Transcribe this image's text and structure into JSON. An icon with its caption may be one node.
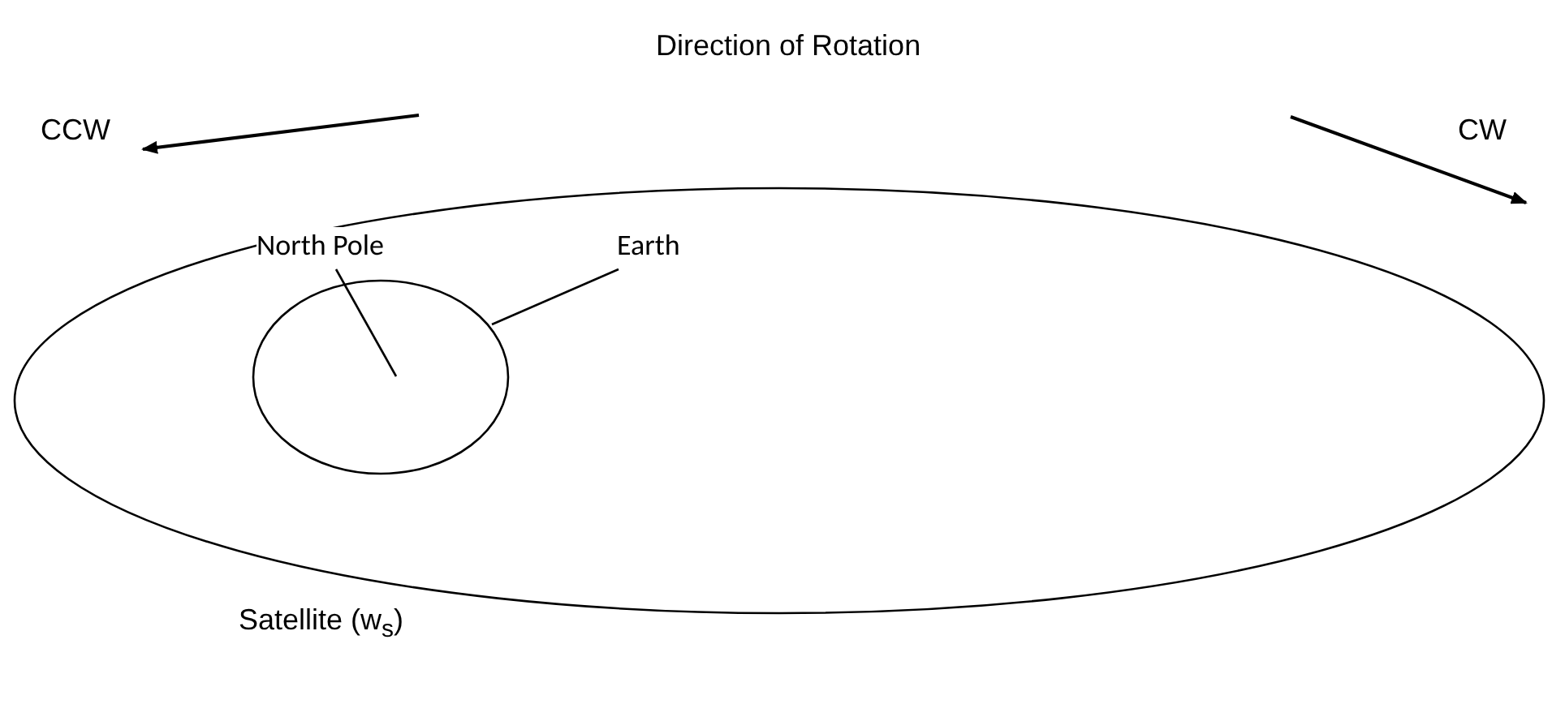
{
  "diagram": {
    "nodes": [
      {
        "text": [],
        "shape": "ellipse",
        "beside": [
          "Satellite (w$_{s}$)"
        ]
      },
      {
        "text": [],
        "shape": "ellipse",
        "in": 0
      },
      {
        "text": [
          "North Pole"
        ],
        "in": 0
      },
      {
        "text": [
          "Earth"
        ],
        "in": 0
      }
    ],
    "edges": [
      {
        "from": 2,
        "to": 1,
        "arrow": "none"
      },
      {
        "from": 3,
        "to": 1,
        "arrow": "none"
      }
    ],
    "labels": [
      "Direction of Rotation",
      "CCW",
      "CW"
    ]
  }
}
